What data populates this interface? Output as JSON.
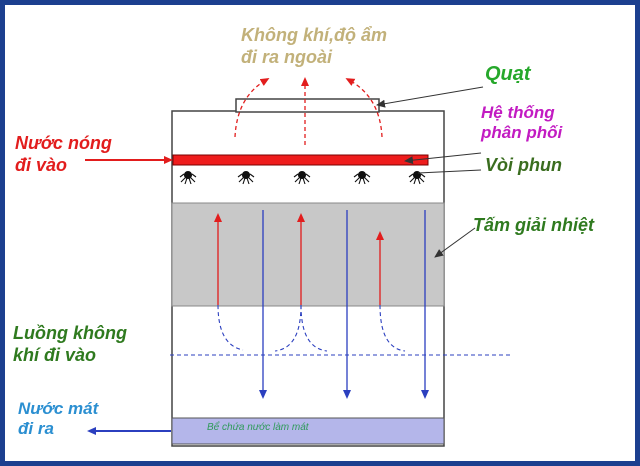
{
  "colors": {
    "frame": "#1c3f8f",
    "exhaust": "#c2b17a",
    "fan": "#26a82b",
    "distribution": "#c21bc2",
    "nozzle": "#3a6d1f",
    "fill": "#2f7a1f",
    "hot_water": "#e21d1d",
    "air_in": "#2f7a1f",
    "cool_water": "#2b8fd1",
    "basin": "#b4b6ea",
    "packing": "#c8c8c8",
    "water_arrow": "#2b3fbf",
    "air_arrow": "#e21d1d"
  },
  "labels": {
    "exhaust_line1": "Không khí,độ ẩm",
    "exhaust_line2": "đi ra ngoài",
    "fan": "Quạt",
    "distribution_line1": "Hệ thống",
    "distribution_line2": "phân phối",
    "nozzle": "Vòi phun",
    "fill": "Tấm giải nhiệt",
    "hot_water_line1": "Nước nóng",
    "hot_water_line2": "đi vào",
    "air_in_line1": "Luồng không",
    "air_in_line2": "khí đi vào",
    "cool_water_line1": "Nước mát",
    "cool_water_line2": "đi ra",
    "basin": "Bể chứa nước làm mát"
  }
}
